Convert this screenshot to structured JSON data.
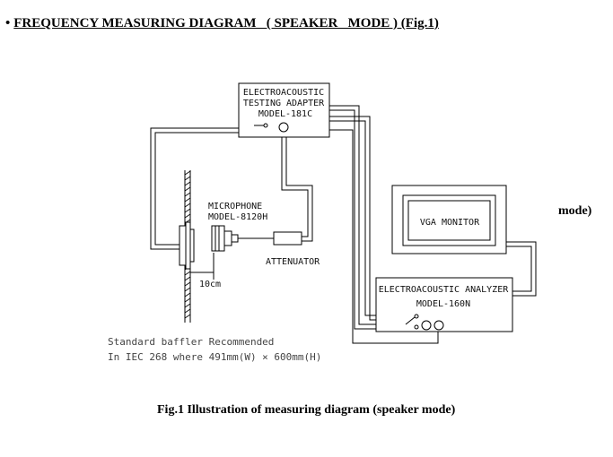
{
  "heading": {
    "bullet": "•",
    "text": "FREQUENCY MEASURING DIAGRAM   ( SPEAKER   MODE ) (Fig.1)"
  },
  "adapter": {
    "lines": [
      "ELECTROACOUSTIC",
      "TESTING ADAPTER",
      "MODEL-181C"
    ]
  },
  "microphone": {
    "lines": [
      "MICROPHONE",
      "MODEL-8120H"
    ]
  },
  "attenuator": {
    "label": "ATTENUATOR"
  },
  "distance": {
    "label": "10cm"
  },
  "monitor": {
    "label": "VGA  MONITOR"
  },
  "analyzer": {
    "lines": [
      "ELECTROACOUSTIC  ANALYZER",
      "MODEL-160N"
    ]
  },
  "baffle_note": {
    "lines": [
      "Standard baffler Recommended",
      "In IEC 268  where 491mm(W) × 600mm(H)"
    ]
  },
  "side_note": "mode)",
  "caption": "Fig.1 Illustration of measuring diagram (speaker mode)"
}
